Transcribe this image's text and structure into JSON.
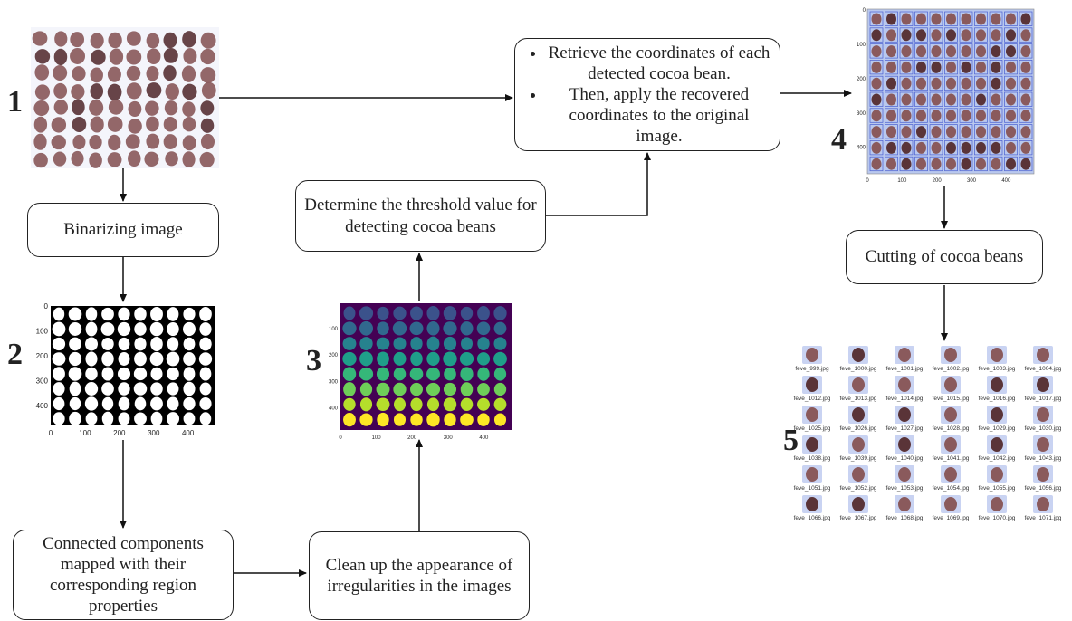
{
  "step_numbers": [
    "1",
    "2",
    "3",
    "4",
    "5"
  ],
  "boxes": {
    "binarize": "Binarizing image",
    "connected": "Connected components mapped with their corresponding region properties",
    "cleanup": "Clean up the appearance of irregularities in the images",
    "threshold": "Determine the threshold value for detecting cocoa beans",
    "retrieve_1": "Retrieve the coordinates of each detected cocoa bean.",
    "retrieve_2": "Then, apply the recovered coordinates to the original image.",
    "cutting": "Cutting of cocoa beans"
  },
  "binary_plot_ticks": {
    "x": [
      "0",
      "100",
      "200",
      "300",
      "400"
    ],
    "y": [
      "0",
      "100",
      "200",
      "300",
      "400"
    ]
  },
  "labeled_plot_ticks": {
    "x": [
      "0",
      "100",
      "200",
      "300",
      "400"
    ],
    "y": [
      "100",
      "200",
      "300",
      "400"
    ]
  },
  "detection_plot_ticks": {
    "x": [
      "0",
      "100",
      "200",
      "300",
      "400"
    ],
    "y": [
      "0",
      "100",
      "200",
      "300",
      "400"
    ]
  },
  "crop_files": [
    "feve_999.jpg",
    "feve_1000.jpg",
    "feve_1001.jpg",
    "feve_1002.jpg",
    "feve_1003.jpg",
    "feve_1004.jpg",
    "feve_1012.jpg",
    "feve_1013.jpg",
    "feve_1014.jpg",
    "feve_1015.jpg",
    "feve_1016.jpg",
    "feve_1017.jpg",
    "feve_1025.jpg",
    "feve_1026.jpg",
    "feve_1027.jpg",
    "feve_1028.jpg",
    "feve_1029.jpg",
    "feve_1030.jpg",
    "feve_1038.jpg",
    "feve_1039.jpg",
    "feve_1040.jpg",
    "feve_1041.jpg",
    "feve_1042.jpg",
    "feve_1043.jpg",
    "feve_1051.jpg",
    "feve_1052.jpg",
    "feve_1053.jpg",
    "feve_1054.jpg",
    "feve_1055.jpg",
    "feve_1056.jpg",
    "feve_1066.jpg",
    "feve_1067.jpg",
    "feve_1068.jpg",
    "feve_1069.jpg",
    "feve_1070.jpg",
    "feve_1071.jpg"
  ],
  "colors": {
    "bean": "#8a5a5c",
    "bean_dark": "#5a3438",
    "binary_bg": "#000000",
    "viridis_bg": "#440154",
    "detect_bg": "#b9c8ee",
    "detect_box": "#4a5fd0"
  }
}
